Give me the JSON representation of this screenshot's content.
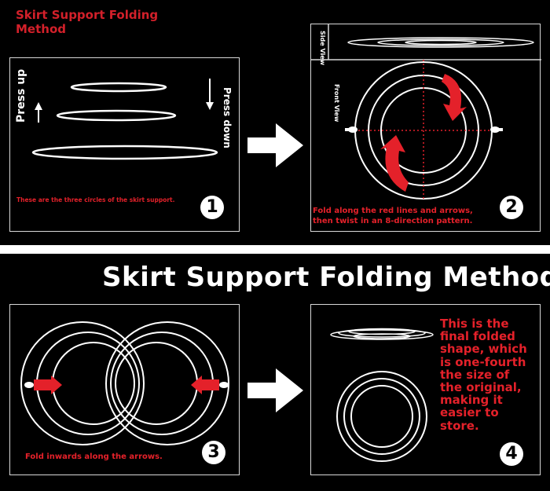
{
  "top_title": "Skirt Support Folding Method",
  "main_title": "Skirt Support Folding Method",
  "panel1": {
    "press_up": "Press up",
    "press_down": "Press down",
    "caption": "These are the three circles of the skirt support.",
    "number": "1"
  },
  "panel2": {
    "side_view": "Side View",
    "front_view": "Front View",
    "caption_line1": "Fold along the red lines and arrows,",
    "caption_line2": "then twist in an 8-direction pattern.",
    "number": "2"
  },
  "panel3": {
    "caption": "Fold inwards along the arrows.",
    "number": "3"
  },
  "panel4": {
    "caption_lines": [
      "This is the",
      "final folded",
      "shape, which",
      "is one-fourth",
      "the size of",
      "the original,",
      "making it",
      "easier to",
      "store."
    ],
    "number": "4"
  },
  "colors": {
    "accent_red": "#e4212a",
    "background": "#000000",
    "line": "#ffffff"
  }
}
